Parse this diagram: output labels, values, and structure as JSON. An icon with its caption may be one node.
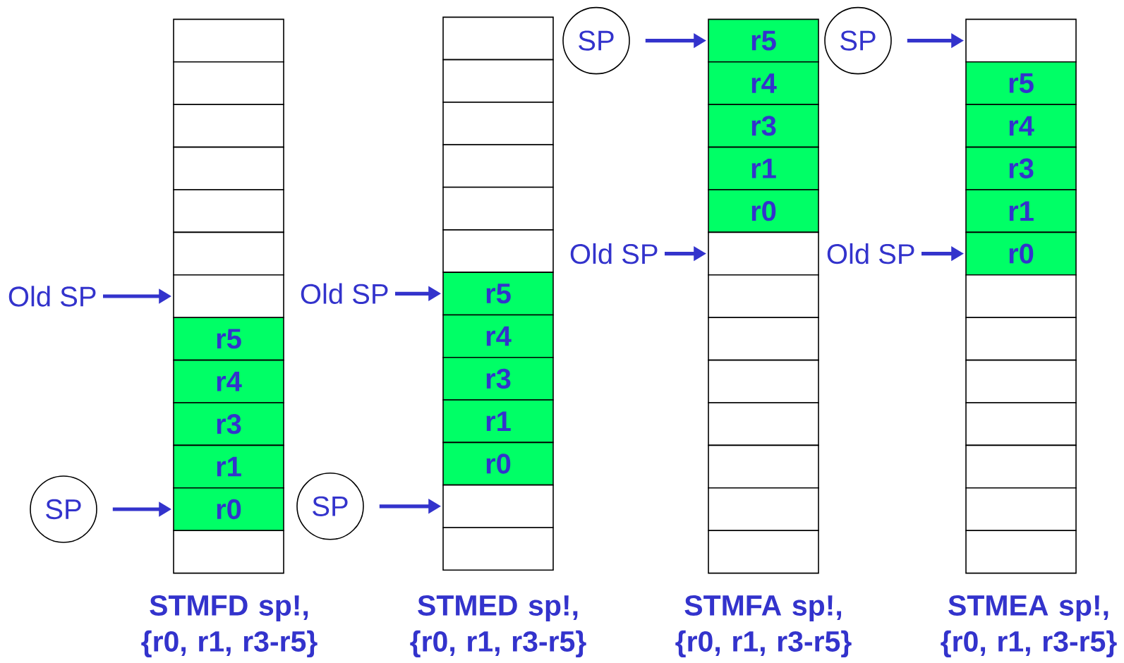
{
  "diagram": {
    "nodes": [
      {
        "text": [],
        "shape": "box"
      },
      {
        "text": [],
        "shape": "box"
      },
      {
        "text": [],
        "shape": "box"
      },
      {
        "text": [],
        "shape": "box"
      },
      {
        "text": [],
        "shape": "box"
      },
      {
        "text": [],
        "shape": "box"
      },
      {
        "text": [],
        "shape": "box"
      },
      {
        "text": [
          "r5"
        ]
      },
      {
        "text": [
          "r4"
        ]
      },
      {
        "text": [
          "r3"
        ]
      },
      {
        "text": [
          "r1"
        ]
      },
      {
        "text": [
          "r0"
        ]
      },
      {
        "text": [],
        "shape": "box"
      },
      {
        "text": [
          "SP"
        ]
      },
      {
        "text": [
          "Old SP"
        ]
      },
      {
        "text": [],
        "shape": "box"
      },
      {
        "text": [],
        "shape": "box"
      },
      {
        "text": [],
        "shape": "box"
      },
      {
        "text": [],
        "shape": "box"
      },
      {
        "text": [],
        "shape": "box"
      },
      {
        "text": [],
        "shape": "box"
      },
      {
        "text": [
          "r5"
        ]
      },
      {
        "text": [
          "r4"
        ]
      },
      {
        "text": [
          "r3"
        ]
      },
      {
        "text": [
          "r1"
        ]
      },
      {
        "text": [
          "r0"
        ]
      },
      {
        "text": [],
        "shape": "box"
      },
      {
        "text": [],
        "shape": "box"
      },
      {
        "text": [
          "SP"
        ]
      },
      {
        "text": [
          "Old SP"
        ]
      },
      {
        "text": [
          "r5"
        ]
      },
      {
        "text": [
          "r4"
        ]
      },
      {
        "text": [
          "r3"
        ]
      },
      {
        "text": [
          "r1"
        ]
      },
      {
        "text": [
          "r0"
        ]
      },
      {
        "text": [],
        "shape": "box"
      },
      {
        "text": [],
        "shape": "box"
      },
      {
        "text": [],
        "shape": "box"
      },
      {
        "text": [],
        "shape": "box"
      },
      {
        "text": [],
        "shape": "box"
      },
      {
        "text": [],
        "shape": "box"
      },
      {
        "text": [],
        "shape": "box"
      },
      {
        "text": [],
        "shape": "box"
      },
      {
        "text": [
          "SP"
        ]
      },
      {
        "text": [
          "Old SP"
        ]
      },
      {
        "text": [],
        "shape": "box"
      },
      {
        "text": [
          "r5"
        ]
      },
      {
        "text": [
          "r4"
        ]
      },
      {
        "text": [
          "r3"
        ]
      },
      {
        "text": [
          "r1"
        ]
      },
      {
        "text": [
          "r0"
        ]
      },
      {
        "text": [],
        "shape": "box"
      },
      {
        "text": [],
        "shape": "box"
      },
      {
        "text": [],
        "shape": "box"
      },
      {
        "text": [],
        "shape": "box"
      },
      {
        "text": [],
        "shape": "box"
      },
      {
        "text": [],
        "shape": "box"
      },
      {
        "text": [],
        "shape": "box"
      },
      {
        "text": [
          "SP"
        ]
      },
      {
        "text": [
          "Old SP"
        ]
      }
    ],
    "edges": [
      {
        "from": 13,
        "to": 11,
        "arrow": "to"
      },
      {
        "from": 14,
        "to": 6,
        "arrow": "to"
      },
      {
        "from": 28,
        "to": 26,
        "arrow": "to"
      },
      {
        "from": 29,
        "to": 21,
        "arrow": "to"
      },
      {
        "from": 43,
        "to": 30,
        "arrow": "to"
      },
      {
        "from": 44,
        "to": 35,
        "arrow": "to"
      },
      {
        "from": 58,
        "to": 45,
        "arrow": "to"
      },
      {
        "from": 59,
        "to": 50,
        "arrow": "to"
      }
    ],
    "labels": [
      "STMFD sp!, {r0, r1, r3-r5}",
      "STMED sp!, {r0, r1, r3-r5}",
      "STMFA sp!, {r0, r1, r3-r5}",
      "STMEA sp!, {r0, r1, r3-r5}"
    ]
  }
}
